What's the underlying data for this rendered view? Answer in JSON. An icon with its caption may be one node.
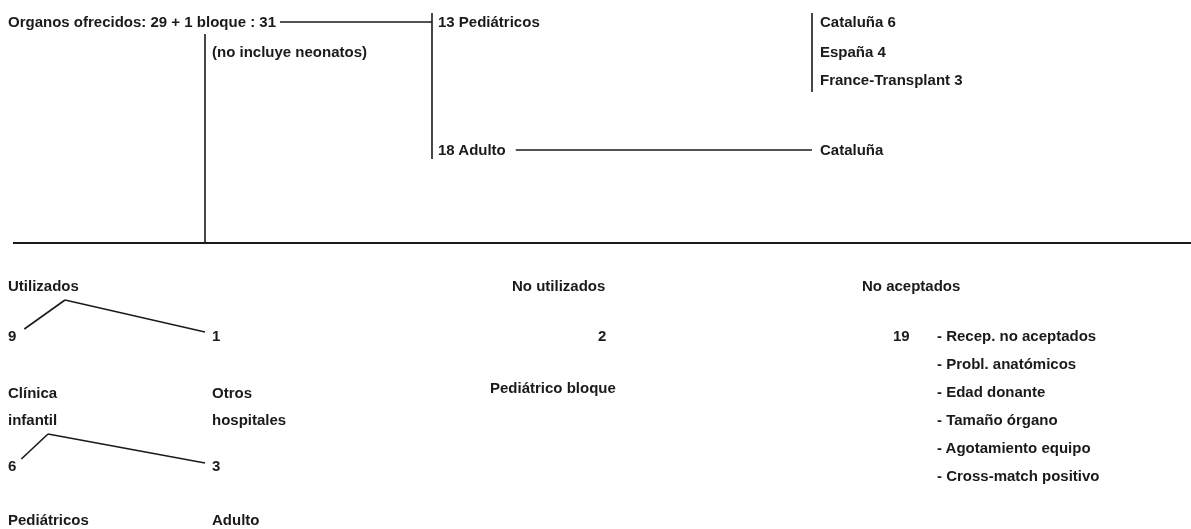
{
  "diagram": {
    "nodes": [
      {
        "text": [
          "Organos ofrecidos: 29 + 1 bloque : 31"
        ],
        "beside": [
          "(no incluye neonatos)"
        ]
      },
      {
        "text": [
          "13 Pediátricos"
        ]
      },
      {
        "text": [
          "18 Adulto"
        ]
      },
      {
        "text": [
          "Cataluña"
        ]
      },
      {
        "text": [],
        "shape": "bar"
      },
      {
        "text": [
          "Utilizados"
        ]
      },
      {
        "text": [
          "9"
        ]
      },
      {
        "text": [
          "1"
        ]
      },
      {
        "text": [
          "Clínica infantil"
        ]
      },
      {
        "text": [
          "6"
        ]
      },
      {
        "text": [
          "3"
        ]
      }
    ],
    "edges": [
      {
        "from": 0,
        "to": 1,
        "arrow": "none"
      },
      {
        "from": 0,
        "to": 2,
        "arrow": "none"
      },
      {
        "from": 2,
        "to": 3,
        "arrow": "none"
      },
      {
        "from": 0,
        "to": 4,
        "arrow": "none"
      },
      {
        "from": 5,
        "to": 6,
        "arrow": "none"
      },
      {
        "from": 5,
        "to": 7,
        "arrow": "none"
      },
      {
        "from": 8,
        "to": 9,
        "arrow": "none"
      },
      {
        "from": 8,
        "to": 10,
        "arrow": "none"
      }
    ],
    "labels": [
      "Cataluña 6",
      "España 4",
      "France-Transplant 3",
      "No utilizados",
      "No aceptados",
      "2",
      "19",
      "- Recep. no aceptados",
      "- Probl. anatómicos",
      "Otros hospitales",
      "Pediátrico bloque",
      "- Edad donante",
      "- Tamaño órgano",
      "- Agotamiento equipo",
      "- Cross-match positivo",
      "Pediátricos",
      "Adulto"
    ]
  }
}
